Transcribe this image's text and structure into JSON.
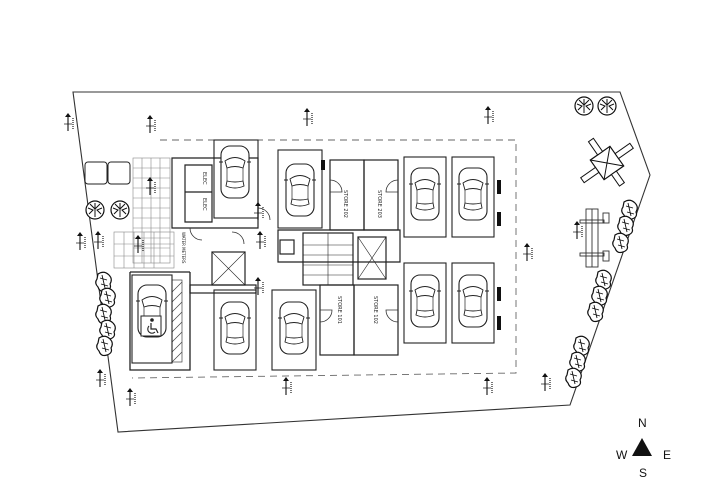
{
  "compass": {
    "north": "N",
    "south": "S",
    "east": "E",
    "west": "W"
  },
  "stores": {
    "upper_left": "STORE 202",
    "upper_right": "STORE 203",
    "lower_left": "STORE 101",
    "lower_right": "STORE 102"
  },
  "rooms": {
    "electrical_upper": "ELEC",
    "electrical_lower": "ELEC",
    "meter_room": "WATER METERS"
  },
  "colors": {
    "line": "#2a2a2a",
    "background": "#ffffff"
  },
  "icons": [
    "north-arrow-icon",
    "car-icon",
    "tree-icon",
    "accessible-parking-icon",
    "playground-icon",
    "bench-icon"
  ]
}
